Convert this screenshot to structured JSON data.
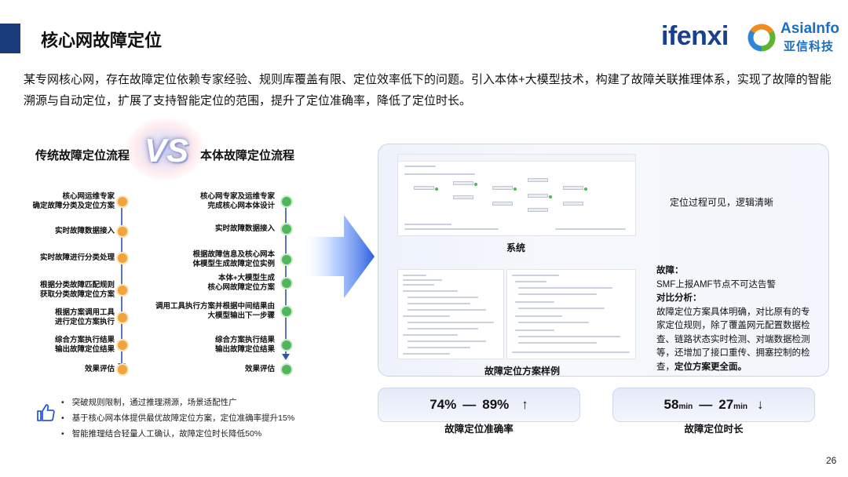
{
  "header": {
    "title": "核心网故障定位",
    "logo_ifenxi": "ifenxi",
    "logo_asiainfo": "AsiaInfo",
    "logo_asiainfo_cn": "亚信科技"
  },
  "intro": "某专网核心网，存在故障定位依赖专家经验、规则库覆盖有限、定位效率低下的问题。引入本体+大模型技术，构建了故障关联推理体系，实现了故障的智能溯源与自动定位，扩展了支持智能定位的范围，提升了定位准确率，降低了定位时长。",
  "vs_label": "VS",
  "traditional": {
    "heading": "传统故障定位流程",
    "steps": [
      "核心网运维专家\n确定故障分类及定位方案",
      "实时故障数据接入",
      "实时故障进行分类处理",
      "根据分类故障匹配规则\n获取分类故障定位方案",
      "根据方案调用工具\n进行定位方案执行",
      "综合方案执行结果\n输出故障定位结果",
      "效果评估"
    ],
    "dot_color": "#f1a43c"
  },
  "ontology": {
    "heading": "本体故障定位流程",
    "steps": [
      "核心网专家及运维专家\n完成核心网本体设计",
      "实时故障数据接入",
      "根据故障信息及核心网本\n体模型生成故障定位实例",
      "本体+大模型生成\n核心网故障定位方案",
      "调用工具执行方案并根据中间结果由\n大模型输出下一步骤",
      "综合方案执行结果\n输出故障定位结果",
      "效果评估"
    ],
    "dot_color": "#4fb65a"
  },
  "benefits": [
    "突破规则限制，通过推理溯源，场景适配性广",
    "基于核心网本体提供最优故障定位方案，定位准确率提升15%",
    "智能推理结合轻量人工确认，故障定位时长降低50%"
  ],
  "panel": {
    "system_caption": "系统",
    "system_note": "定位过程可见，逻辑清晰",
    "sample_caption": "故障定位方案样例",
    "fault_label": "故障：",
    "fault_text": "SMF上报AMF节点不可达告警",
    "compare_label": "对比分析：",
    "compare_text": "故障定位方案具体明确，对比原有的专家定位规则，除了覆盖网元配置数据检查、链路状态实时检测、对端数据检测等，还增加了接口重传、拥塞控制的检查，",
    "compare_emph": "定位方案更全面。"
  },
  "metrics": {
    "accuracy_from": "74%",
    "accuracy_to": "89%",
    "accuracy_arrow": "↑",
    "accuracy_label": "故障定位准确率",
    "time_from": "58",
    "time_to": "27",
    "time_unit": "min",
    "time_arrow": "↓",
    "time_label": "故障定位时长"
  },
  "page_number": "26",
  "colors": {
    "brand_blue": "#1b3c7a",
    "ifenxi_blue": "#1a3f8c",
    "asiainfo_blue": "#1a6fc0",
    "flow_line": "#5a76b8"
  }
}
